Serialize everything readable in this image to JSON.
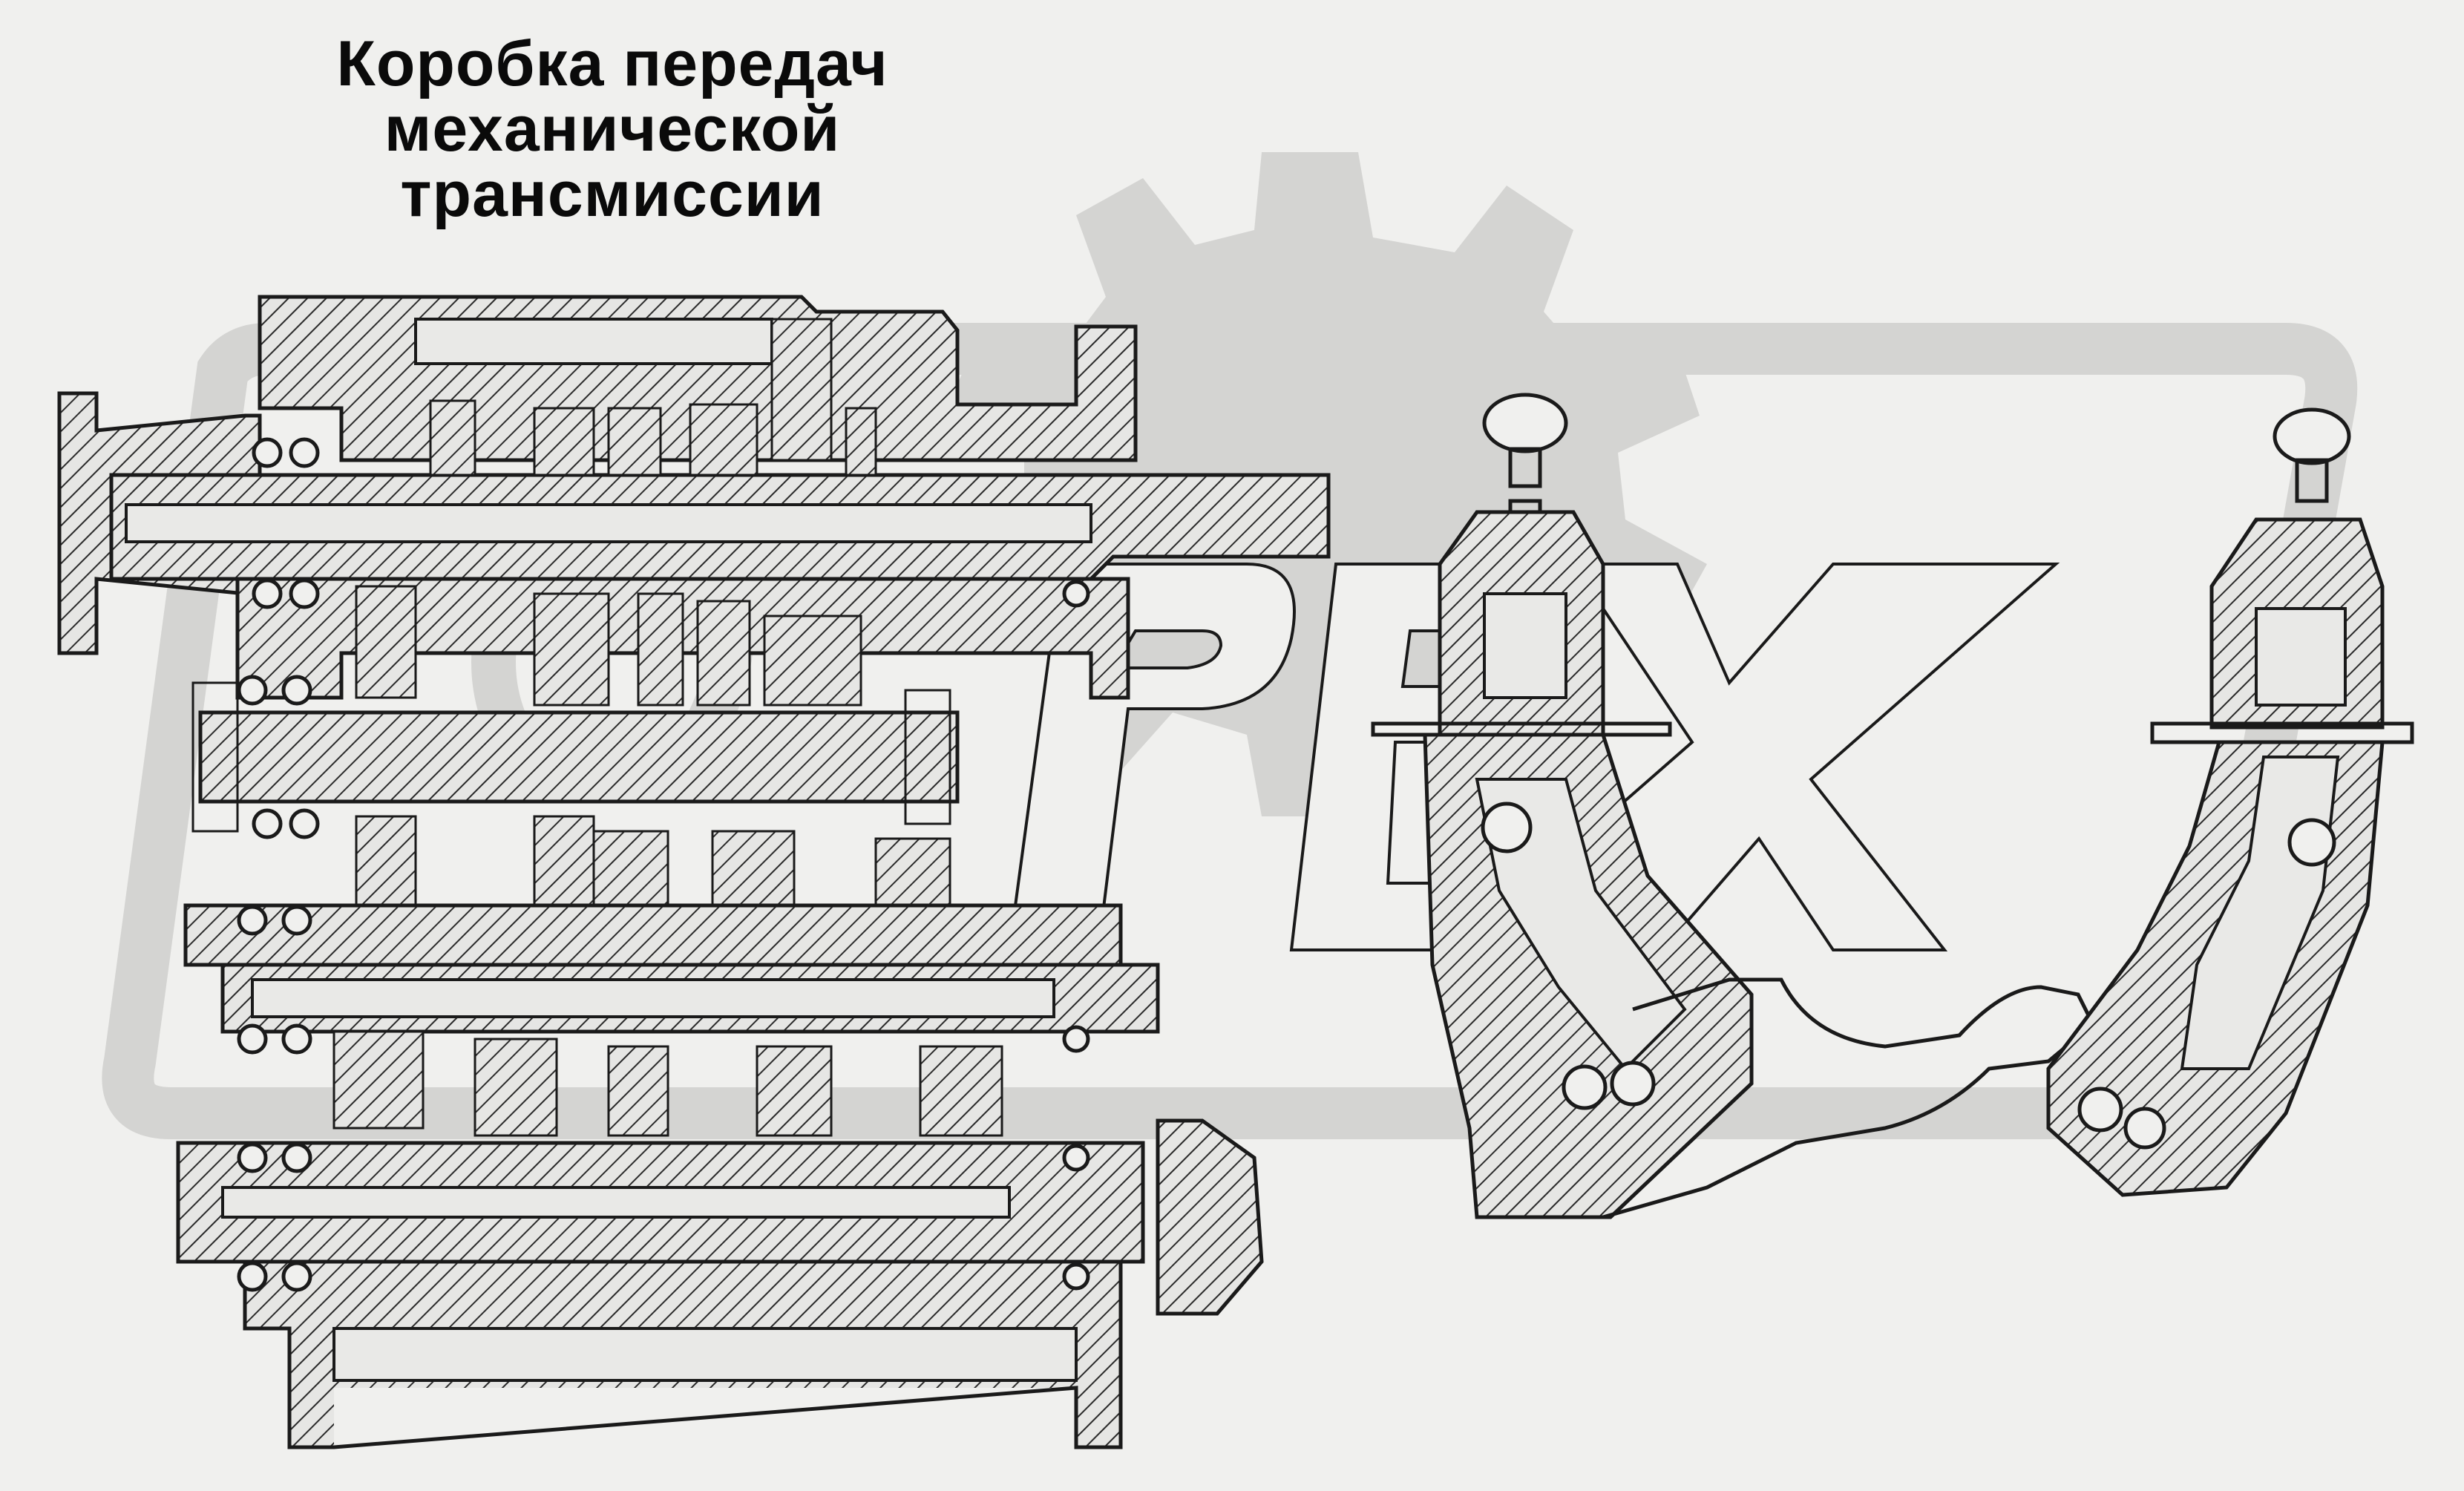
{
  "title": {
    "line1": "Коробка передач",
    "line2": "механической",
    "line3": "трансмиссии"
  },
  "watermark": {
    "text": "PEX",
    "color": "#cfcfcf"
  },
  "colors": {
    "background": "#f0f0ee",
    "ink": "#1a1a1a",
    "watermark": "#cfcfcf"
  }
}
